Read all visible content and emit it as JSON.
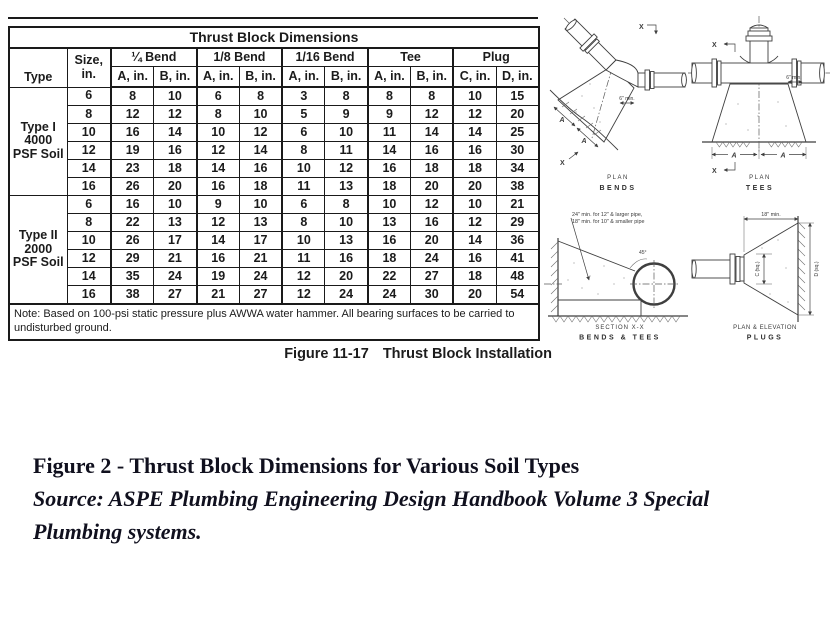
{
  "scan": {
    "table": {
      "title": "Thrust Block Dimensions",
      "header": {
        "type": "Type",
        "size": "Size, in.",
        "groups": [
          {
            "label": "¼ Bend",
            "sub_a": "A, in.",
            "sub_b": "B, in."
          },
          {
            "label": "1/8 Bend",
            "sub_a": "A, in.",
            "sub_b": "B, in."
          },
          {
            "label": "1/16 Bend",
            "sub_a": "A, in.",
            "sub_b": "B, in."
          },
          {
            "label": "Tee",
            "sub_a": "A, in.",
            "sub_b": "B, in."
          },
          {
            "label": "Plug",
            "sub_a": "C, in.",
            "sub_b": "D, in."
          }
        ]
      },
      "sections": [
        {
          "type_label": "Type I\n4000\nPSF Soil",
          "rows": [
            [
              6,
              8,
              10,
              6,
              8,
              3,
              8,
              8,
              8,
              10,
              15
            ],
            [
              8,
              12,
              12,
              8,
              10,
              5,
              9,
              9,
              12,
              12,
              20
            ],
            [
              10,
              16,
              14,
              10,
              12,
              6,
              10,
              11,
              14,
              14,
              25
            ],
            [
              12,
              19,
              16,
              12,
              14,
              8,
              11,
              14,
              16,
              16,
              30
            ],
            [
              14,
              23,
              18,
              14,
              16,
              10,
              12,
              16,
              18,
              18,
              34
            ],
            [
              16,
              26,
              20,
              16,
              18,
              11,
              13,
              18,
              20,
              20,
              38
            ]
          ]
        },
        {
          "type_label": "Type II\n2000\nPSF Soil",
          "rows": [
            [
              6,
              16,
              10,
              9,
              10,
              6,
              8,
              10,
              12,
              10,
              21
            ],
            [
              8,
              22,
              13,
              12,
              13,
              8,
              10,
              13,
              16,
              12,
              29
            ],
            [
              10,
              26,
              17,
              14,
              17,
              10,
              13,
              16,
              20,
              14,
              36
            ],
            [
              12,
              29,
              21,
              16,
              21,
              11,
              16,
              18,
              24,
              16,
              41
            ],
            [
              14,
              35,
              24,
              19,
              24,
              12,
              20,
              22,
              27,
              18,
              48
            ],
            [
              16,
              38,
              27,
              21,
              27,
              12,
              24,
              24,
              30,
              20,
              54
            ]
          ]
        }
      ],
      "note": "Note: Based on 100-psi static pressure plus AWWA water hammer. All bearing surfaces to be carried to undisturbed ground."
    },
    "figure_caption": {
      "number": "Figure 11-17",
      "title": "Thrust Block Installation"
    },
    "diagrams": {
      "bends": {
        "plan_label": "PLAN",
        "name_label": "BENDS",
        "dim_a1": "A",
        "dim_a2": "A",
        "section_mark_top": "X",
        "section_mark_bottom": "X",
        "min_note": "6\" min."
      },
      "tees": {
        "plan_label": "PLAN",
        "name_label": "TEES",
        "dim_a_left": "A",
        "dim_a_right": "A",
        "section_mark_top": "X",
        "section_mark_bottom": "X",
        "min_note": "6\" min."
      },
      "section_xx": {
        "note_line1": "24\" min. for 12\" & larger pipe,",
        "note_line2": "18\" min. for 10\" & smaller pipe",
        "angle_label": "45°",
        "view_label": "SECTION X-X",
        "name_label": "BENDS & TEES"
      },
      "plugs": {
        "dim_width": "18\" min.",
        "dim_c": "C (sq.)",
        "dim_d": "D (sq.)",
        "view_label": "PLAN & ELEVATION",
        "name_label": "PLUGS"
      }
    }
  },
  "caption": {
    "title": "Figure 2 - Thrust Block Dimensions for Various Soil Types",
    "source": "Source: ASPE Plumbing Engineering Design Handbook Volume 3 Special Plumbing systems."
  }
}
